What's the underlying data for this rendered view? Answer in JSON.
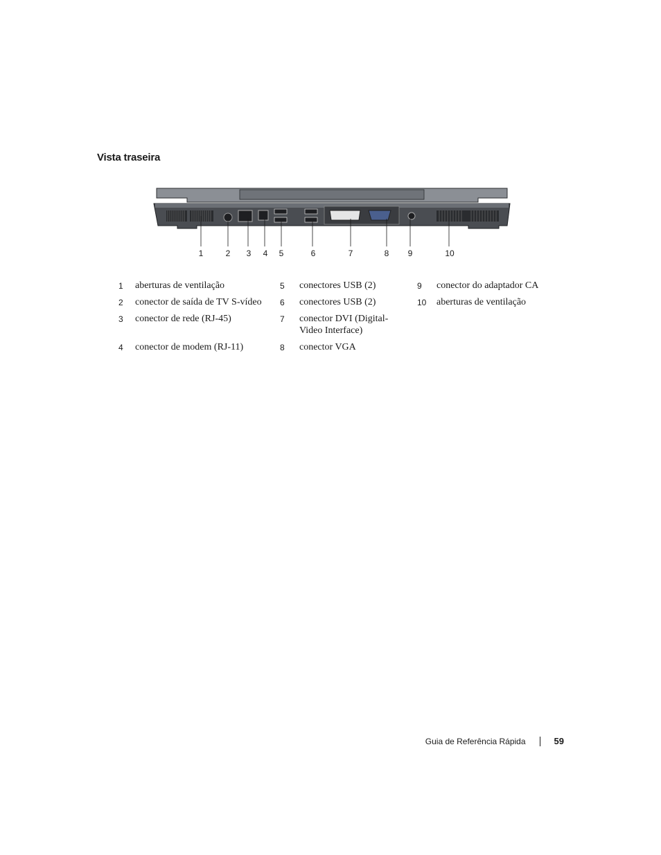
{
  "section": {
    "title": "Vista traseira"
  },
  "figure": {
    "callouts": [
      "1",
      "2",
      "3",
      "4",
      "5",
      "6",
      "7",
      "8",
      "9",
      "10"
    ]
  },
  "legend": [
    [
      {
        "num": "1",
        "text": "aberturas de ventilação"
      },
      {
        "num": "5",
        "text": "conectores USB (2)"
      },
      {
        "num": "9",
        "text": "conector do adaptador CA"
      }
    ],
    [
      {
        "num": "2",
        "text": "conector de saída de TV S-vídeo"
      },
      {
        "num": "6",
        "text": "conectores USB (2)"
      },
      {
        "num": "10",
        "text": "aberturas de ventilação"
      }
    ],
    [
      {
        "num": "3",
        "text": "conector de rede (RJ-45)"
      },
      {
        "num": "7",
        "text": "conector DVI (Digital-Video Interface)"
      },
      {
        "num": "",
        "text": ""
      }
    ],
    [
      {
        "num": "4",
        "text": "conector de modem (RJ-11)"
      },
      {
        "num": "8",
        "text": "conector VGA"
      },
      {
        "num": "",
        "text": ""
      }
    ]
  ],
  "footer": {
    "doc_title": "Guia de Referência Rápida",
    "page_number": "59"
  },
  "colors": {
    "chassis_dark": "#3c3f44",
    "chassis_mid": "#6b6f75",
    "chassis_light": "#a9adb2",
    "port_blue": "#4a5f8e"
  }
}
